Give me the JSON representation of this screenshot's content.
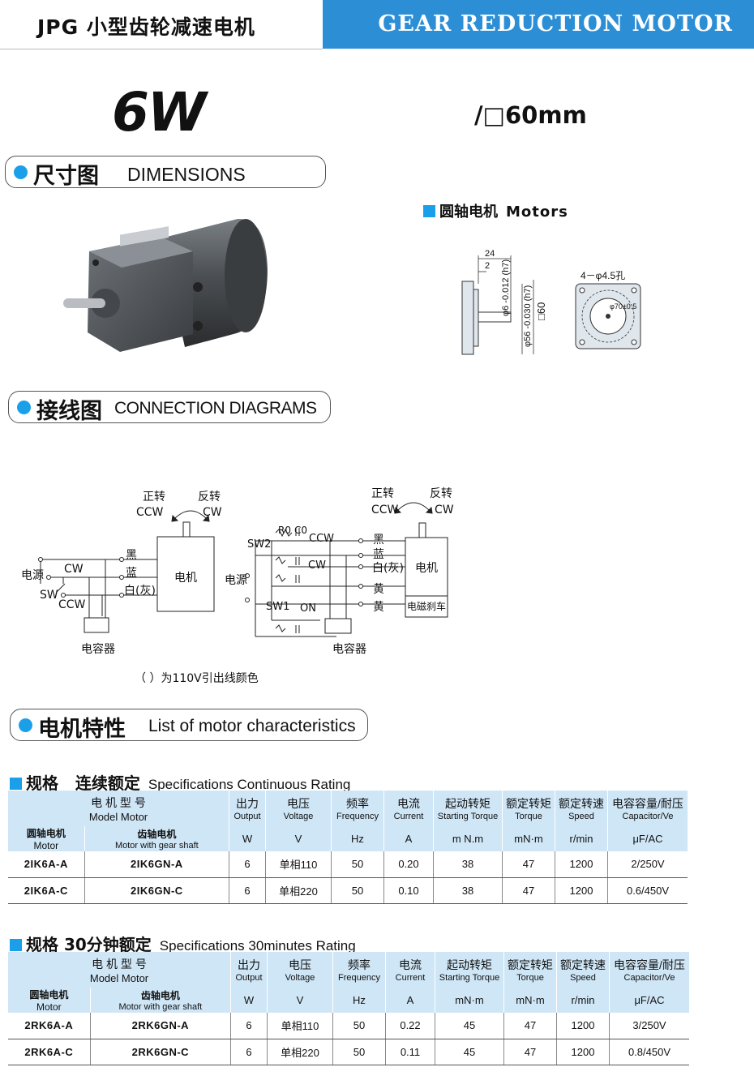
{
  "header": {
    "title_zh": "JPG 小型齿轮减速电机",
    "title_en": "GEAR REDUCTION MOTOR"
  },
  "product": {
    "power": "6W",
    "frame": "/□60mm"
  },
  "sections": {
    "dimensions": {
      "zh": "尺寸图",
      "en": "DIMENSIONS"
    },
    "connection": {
      "zh": "接线图",
      "en": "CONNECTION DIAGRAMS"
    },
    "characteristics": {
      "zh": "电机特性",
      "en": "List of motor characteristics"
    }
  },
  "dimensions": {
    "motors_label_zh": "圆轴电机",
    "motors_label_en": "Motors",
    "dim_24": "24",
    "dim_2": "2",
    "dim_shaft": "φ6 -0.012 (h7)",
    "dim_pilot": "φ56 -0.030 (h7)",
    "dim_60": "□60",
    "dim_holes": "4－φ4.5孔",
    "dim_pcd": "φ70±0.5"
  },
  "diagram_left": {
    "rotation_zh": "正转",
    "rotation_rev_zh": "反转",
    "ccw": "CCW",
    "cw": "CW",
    "power": "电源",
    "sw": "SW",
    "cw_label": "CW",
    "ccw_label": "CCW",
    "wire_black": "黑",
    "wire_blue": "蓝",
    "wire_white": "白(灰)",
    "motor": "电机",
    "capacitor": "电容器"
  },
  "diagram_right": {
    "rotation_zh": "正转",
    "rotation_rev_zh": "反转",
    "ccw": "CCW",
    "cw": "CW",
    "sw2": "SW2",
    "sw1": "SW1",
    "on": "ON",
    "r0": "R0",
    "c0": "C0",
    "power": "电源",
    "ccw_label": "CCW",
    "cw_label": "CW",
    "wire_black": "黑",
    "wire_blue": "蓝",
    "wire_white": "白(灰)",
    "wire_yellow1": "黄",
    "wire_yellow2": "黄",
    "motor": "电机",
    "brake": "电磁刹车",
    "capacitor": "电容器"
  },
  "note": "（ ）为110V引出线颜色",
  "table_headers": {
    "model_zh": "电 机 型 号",
    "model_en": "Model Motor",
    "output_zh": "出力",
    "output_en": "Output",
    "voltage_zh": "电压",
    "voltage_en": "Voltage",
    "freq_zh": "频率",
    "freq_en": "Frequency",
    "current_zh": "电流",
    "current_en": "Current",
    "start_zh": "起动转矩",
    "start_en": "Starting Torque",
    "rated_zh": "额定转矩",
    "rated_en": "Torque",
    "speed_zh": "额定转速",
    "speed_en": "Speed",
    "cap_zh": "电容容量/耐压",
    "cap_en": "Capacitor/Ve",
    "round_zh": "圆轴电机",
    "round_en": "Motor",
    "gear_zh": "齿轴电机",
    "gear_en": "Motor with gear shaft",
    "u_w": "W",
    "u_v": "V",
    "u_hz": "Hz",
    "u_a": "A",
    "u_start": "m N.m",
    "u_start2": "mN·m",
    "u_rated": "mN·m",
    "u_speed": "r/min",
    "u_cap": "μF/AC"
  },
  "spec_continuous": {
    "title_zh": "规格   连续额定",
    "title_en": "Specifications  Continuous Rating",
    "rows": [
      {
        "round": "2IK6A-A",
        "gear": "2IK6GN-A",
        "output": "6",
        "voltage": "单相110",
        "freq": "50",
        "current": "0.20",
        "start": "38",
        "rated": "47",
        "speed": "1200",
        "cap": "2/250V"
      },
      {
        "round": "2IK6A-C",
        "gear": "2IK6GN-C",
        "output": "6",
        "voltage": "单相220",
        "freq": "50",
        "current": "0.10",
        "start": "38",
        "rated": "47",
        "speed": "1200",
        "cap": "0.6/450V"
      }
    ]
  },
  "spec_30min": {
    "title_zh": "规格 30分钟额定",
    "title_en": "Specifications  30minutes Rating",
    "rows": [
      {
        "round": "2RK6A-A",
        "gear": "2RK6GN-A",
        "output": "6",
        "voltage": "单相110",
        "freq": "50",
        "current": "0.22",
        "start": "45",
        "rated": "47",
        "speed": "1200",
        "cap": "3/250V"
      },
      {
        "round": "2RK6A-C",
        "gear": "2RK6GN-C",
        "output": "6",
        "voltage": "单相220",
        "freq": "50",
        "current": "0.11",
        "start": "45",
        "rated": "47",
        "speed": "1200",
        "cap": "0.8/450V"
      }
    ]
  },
  "colors": {
    "accent": "#1aa0e8",
    "header_blue": "#2c8fd6",
    "table_header": "#cfe6f6"
  }
}
